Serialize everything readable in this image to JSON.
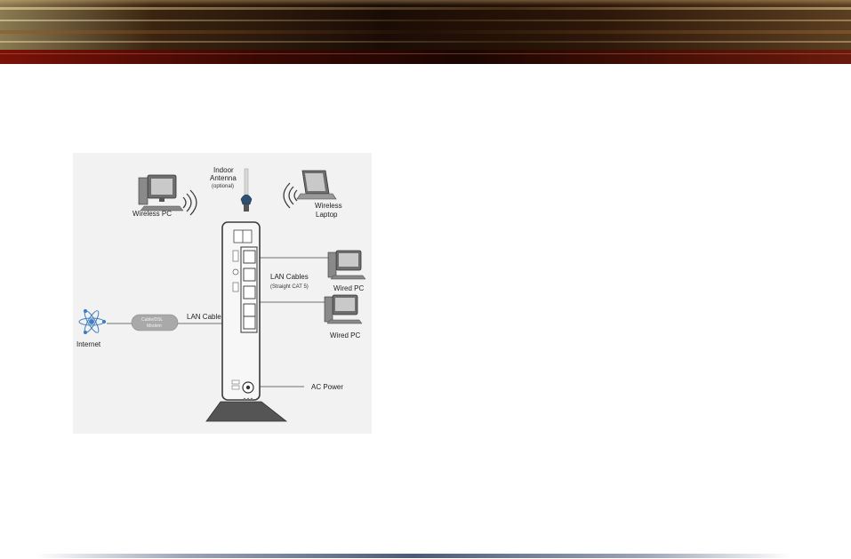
{
  "diagram": {
    "labels": {
      "indoor_antenna": "Indoor",
      "indoor_antenna_2": "Antenna",
      "antenna_optional": "(optional)",
      "wireless_pc": "Wireless PC",
      "wireless_laptop": "Wireless",
      "wireless_laptop_2": "Laptop",
      "lan_cables": "LAN Cables",
      "lan_cables_sub": "(Straight CAT 5)",
      "wired_pc_1": "Wired PC",
      "wired_pc_2": "Wired PC",
      "lan_cable": "LAN Cable",
      "modem": "Cable/DSL",
      "modem_2": "Modem",
      "internet": "Internet",
      "ac_power": "AC Power"
    },
    "colors": {
      "background": "#f2f2f2",
      "device": "#f7f7f7",
      "device_stroke": "#3a3a3a",
      "stand": "#555555",
      "cable": "#8a8a8a",
      "modem": "#a9a9a9",
      "internet": "#3f7fc0",
      "antenna": "#2d4f72"
    }
  }
}
